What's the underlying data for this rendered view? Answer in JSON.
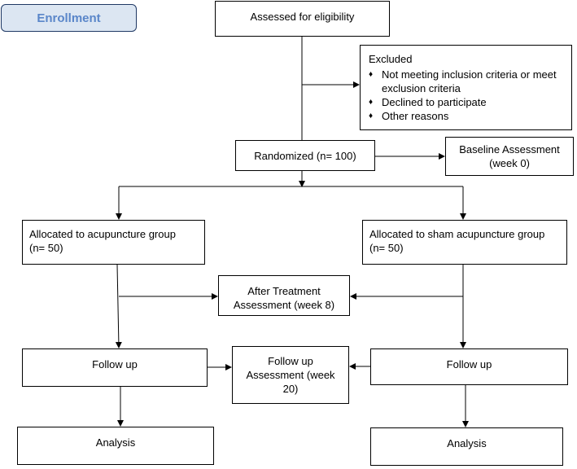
{
  "enrollment_label": "Enrollment",
  "assessed": "Assessed for eligibility",
  "excluded": {
    "title": "Excluded",
    "items": [
      "Not meeting inclusion criteria or meet exclusion criteria",
      "Declined to participate",
      "Other reasons"
    ]
  },
  "randomized": "Randomized (n= 100)",
  "baseline": {
    "line1": "Baseline Assessment",
    "line2": "(week 0)"
  },
  "allocated_acupuncture": {
    "line1": "Allocated to acupuncture group",
    "line2": "(n= 50)"
  },
  "allocated_sham": {
    "line1": "Allocated to sham acupuncture group",
    "line2": "(n= 50)"
  },
  "after_treatment": {
    "line1": "After Treatment",
    "line2": "Assessment (week 8)"
  },
  "follow_up_left": "Follow up",
  "follow_up_assessment": {
    "line1": "Follow up",
    "line2": "Assessment (week",
    "line3": "20)"
  },
  "follow_up_right": "Follow up",
  "analysis_left": "Analysis",
  "analysis_right": "Analysis"
}
